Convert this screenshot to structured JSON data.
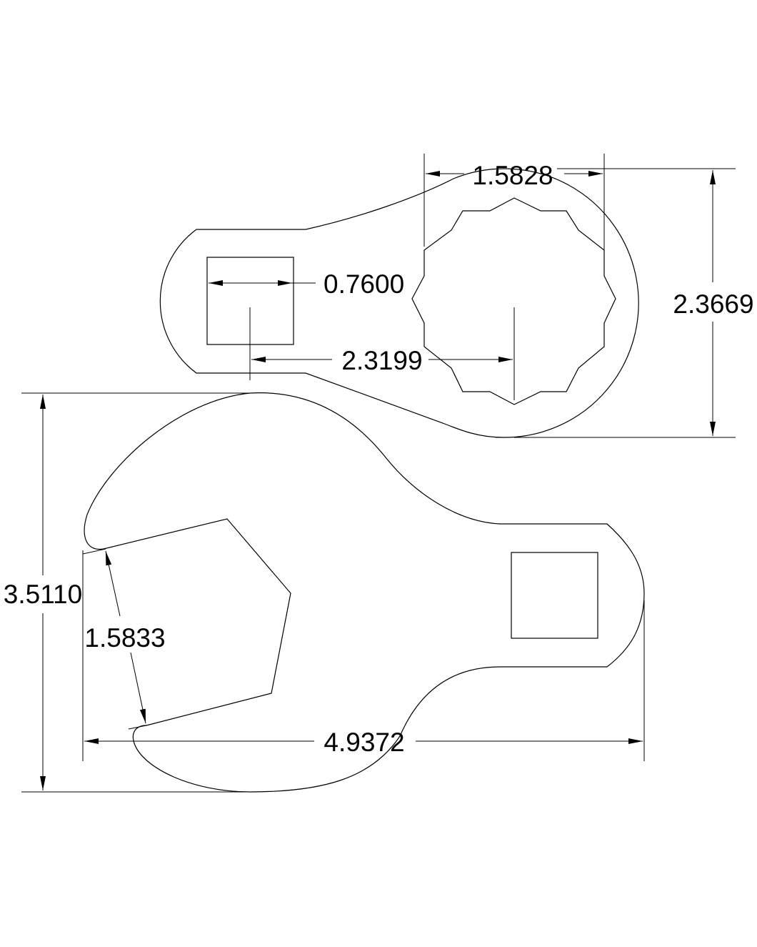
{
  "drawing": {
    "crowfoot_wrench": {
      "drive_square_width": "0.7600",
      "head_width": "1.5828",
      "head_height": "2.3669",
      "center_distance": "2.3199"
    },
    "open_end_wrench": {
      "overall_height": "3.5110",
      "jaw_opening": "1.5833",
      "overall_length": "4.9372"
    }
  }
}
